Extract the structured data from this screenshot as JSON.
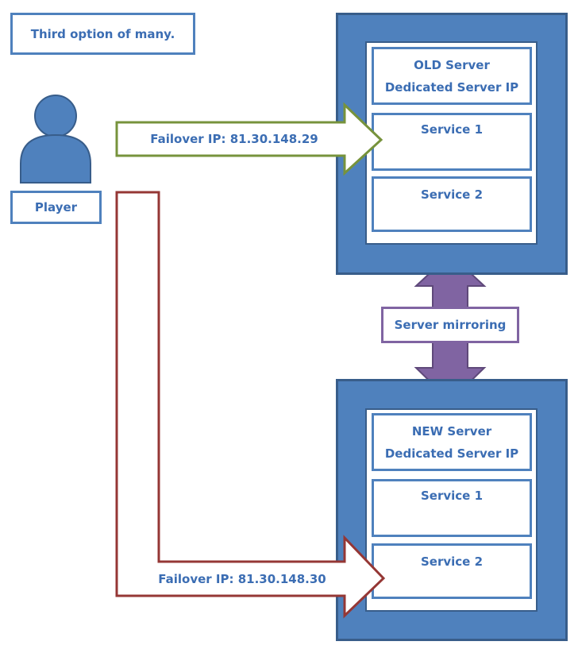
{
  "note": "Third option of many.",
  "player": {
    "label": "Player"
  },
  "old_server": {
    "title_line1": "OLD Server",
    "title_line2": "Dedicated Server IP",
    "service1": "Service 1",
    "service2": "Service 2"
  },
  "new_server": {
    "title_line1": "NEW Server",
    "title_line2": "Dedicated Server IP",
    "service1": "Service 1",
    "service2": "Service 2"
  },
  "mirroring": {
    "label": "Server mirroring"
  },
  "failover_old": {
    "label": "Failover IP: 81.30.148.29"
  },
  "failover_new": {
    "label": "Failover IP: 81.30.148.30"
  },
  "colors": {
    "server_fill": "#4F81BD",
    "server_border": "#385D8A",
    "text": "#3B6DB3",
    "green_arrow": "#77933C",
    "red_arrow": "#953735",
    "purple": "#8064A2"
  }
}
